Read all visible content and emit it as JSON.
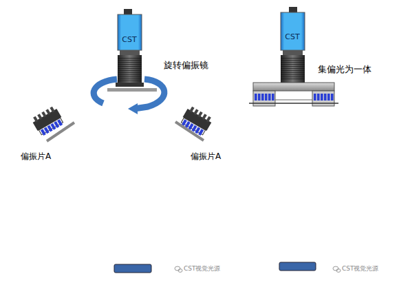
{
  "diagram": {
    "labels": [
      "CST",
      "旋转偏振镜",
      "偏振片A",
      "偏振片A",
      "CST",
      "集偏光为一体",
      "CST视觉光源",
      "CST视觉光源"
    ]
  }
}
